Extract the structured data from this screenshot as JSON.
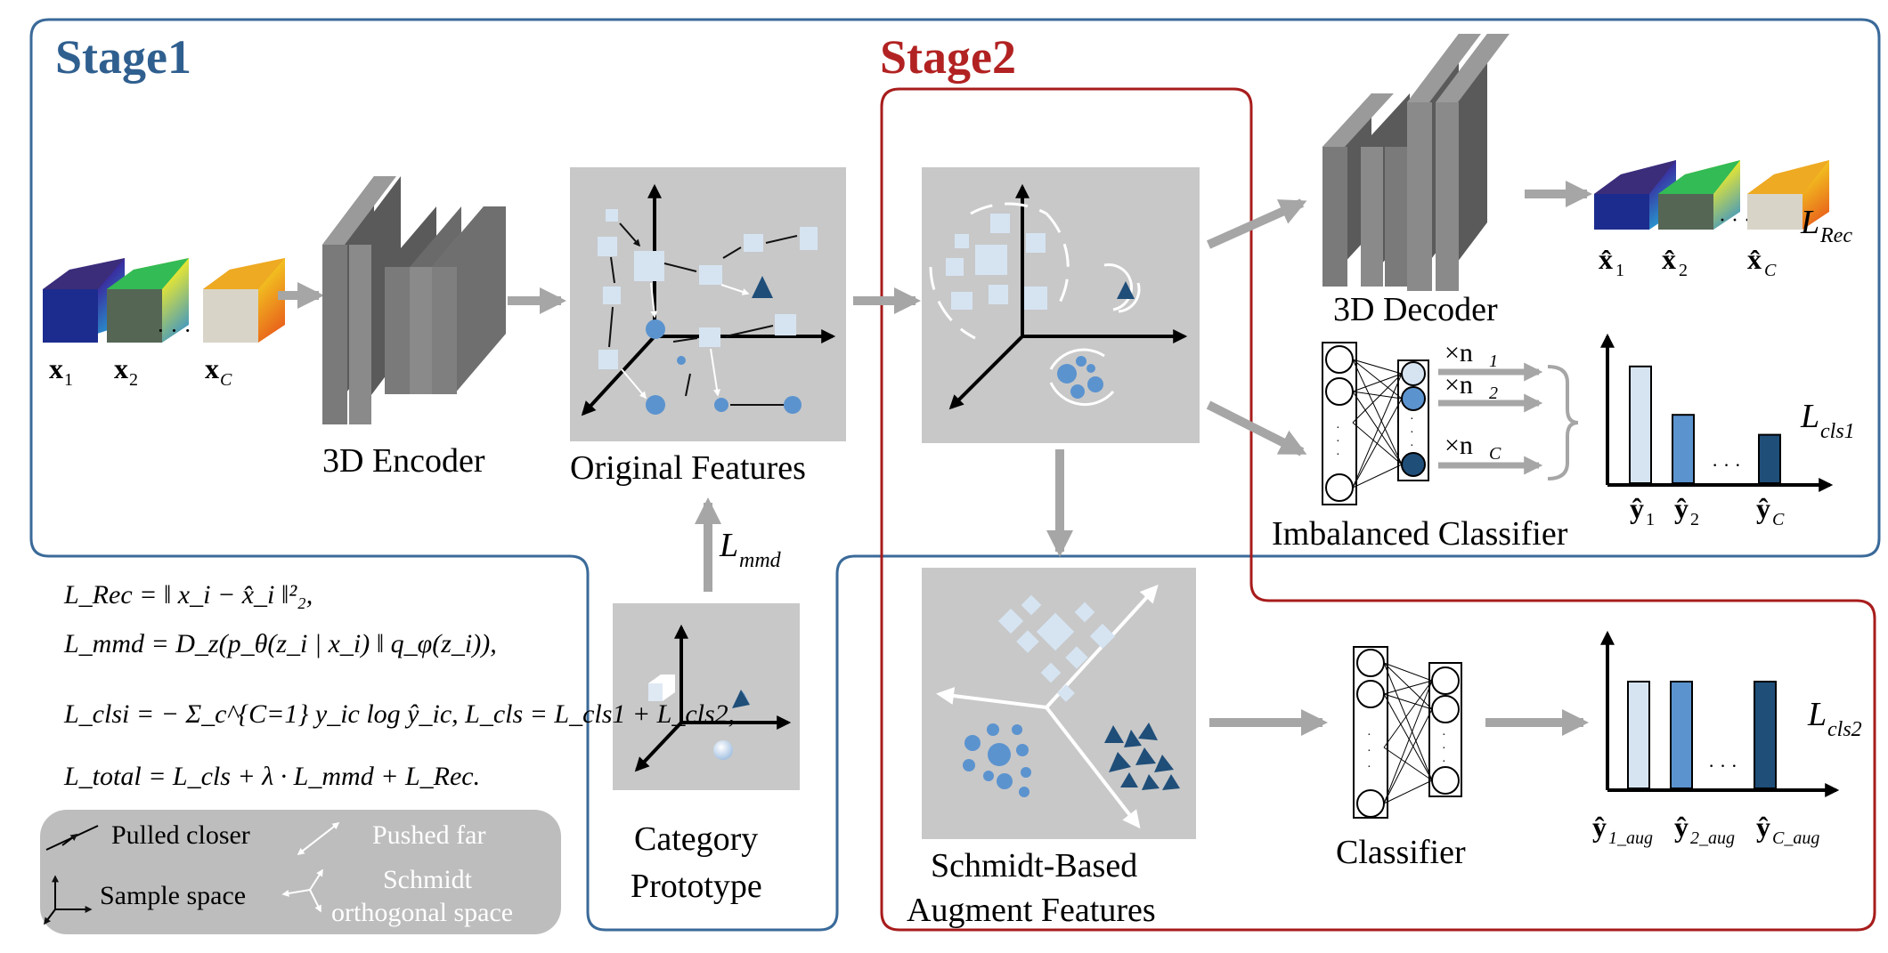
{
  "stages": {
    "stage1": "Stage1",
    "stage2": "Stage2"
  },
  "colors": {
    "stage1_border": "#3a6a99",
    "stage2_border": "#a81c1c",
    "stage1_text": "#2f5f8f",
    "stage2_text": "#b22222",
    "panel_gray": "#c8c8c8",
    "block_gray": "#7a7a7a",
    "arrow_gray": "#a6a6a6",
    "feature_light": "#d6e4f2",
    "feature_mid": "#5b93cf",
    "feature_dark": "#1f4e79"
  },
  "inputs": {
    "x_base": "x",
    "subscripts": [
      "1",
      "2",
      "C"
    ],
    "ellipsis": "· · ·"
  },
  "outputs_rec": {
    "x_hat_base": "x̂",
    "subscripts": [
      "1",
      "2",
      "C"
    ],
    "ellipsis": "· · ·",
    "loss_base": "L",
    "loss_sub": "Rec"
  },
  "labels": {
    "encoder": "3D Encoder",
    "decoder": "3D Decoder",
    "original_features": "Original Features",
    "category_prototype_line1": "Category",
    "category_prototype_line2": "Prototype",
    "imbalanced_classifier": "Imbalanced Classifier",
    "schmidt_line1": "Schmidt-Based",
    "schmidt_line2": "Augment Features",
    "classifier": "Classifier"
  },
  "mmd_loss": {
    "base": "L",
    "sub": "mmd"
  },
  "imbalanced": {
    "multipliers": [
      {
        "prefix": "×n",
        "sub": "1"
      },
      {
        "prefix": "×n",
        "sub": "2"
      },
      {
        "prefix": "×n",
        "sub": "C"
      }
    ],
    "loss_base": "L",
    "loss_sub": "cls1",
    "y_hat_base": "ŷ",
    "bar_labels": [
      "1",
      "2",
      "C"
    ],
    "ellipsis": "· · ·"
  },
  "chart_cls1": {
    "bars": [
      {
        "label": "1",
        "value": 0.82,
        "color": "#d6e4f2"
      },
      {
        "label": "2",
        "value": 0.48,
        "color": "#5b93cf"
      },
      {
        "label": "C",
        "value": 0.34,
        "color": "#1f4e79"
      }
    ]
  },
  "chart_cls2": {
    "bars": [
      {
        "label": "1_aug",
        "value": 0.8,
        "color": "#d6e4f2"
      },
      {
        "label": "2_aug",
        "value": 0.8,
        "color": "#5b93cf"
      },
      {
        "label": "C_aug",
        "value": 0.8,
        "color": "#1f4e79"
      }
    ],
    "y_hat_base": "ŷ",
    "ellipsis": "· · ·",
    "loss_base": "L",
    "loss_sub": "cls2"
  },
  "equations": {
    "eq1": "L_Rec = ‖ x_i − x̂_i ‖²₂,",
    "eq2": "L_mmd = D_z(p_θ(z_i | x_i) ‖ q_φ(z_i)),",
    "eq3": "L_clsi = − Σ_c^{C=1} y_ic log ŷ_ic,  L_cls = L_cls1 + L_cls2,",
    "eq4": "L_total = L_cls + λ · L_mmd + L_Rec."
  },
  "legend": {
    "pulled_closer": "Pulled closer",
    "pushed_far": "Pushed far",
    "sample_space": "Sample space",
    "schmidt_line1": "Schmidt",
    "schmidt_line2": "orthogonal space"
  }
}
